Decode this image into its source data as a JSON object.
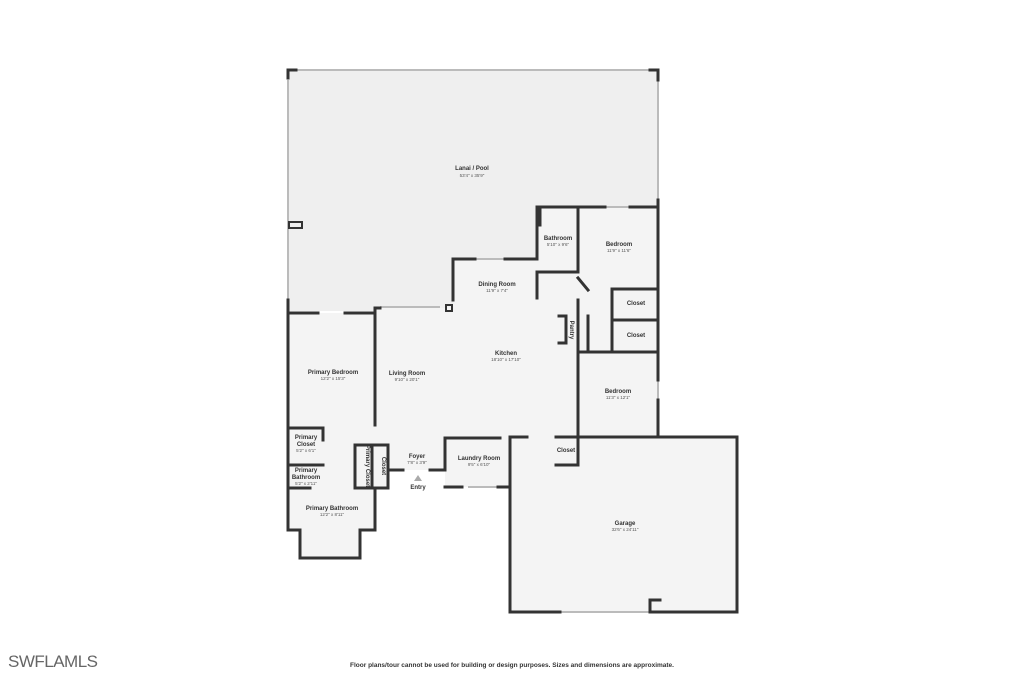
{
  "rooms": {
    "lanai": {
      "name": "Lanai / Pool",
      "dims": "53'4\" x 35'9\""
    },
    "bathroom": {
      "name": "Bathroom",
      "dims": "5'10\" x 9'6\""
    },
    "bedroom1": {
      "name": "Bedroom",
      "dims": "11'9\" x 11'6\""
    },
    "dining": {
      "name": "Dining Room",
      "dims": "11'9\" x 7'4\""
    },
    "closet1": {
      "name": "Closet"
    },
    "closet2": {
      "name": "Closet"
    },
    "pantry": {
      "name": "Pantry"
    },
    "kitchen": {
      "name": "Kitchen",
      "dims": "18'10\" x 17'10\""
    },
    "primary_bedroom": {
      "name": "Primary Bedroom",
      "dims": "12'2\" x 15'3\""
    },
    "living": {
      "name": "Living Room",
      "dims": "9'10\" x 20'1\""
    },
    "bedroom2": {
      "name": "Bedroom",
      "dims": "11'3\" x 12'1\""
    },
    "primary_closet": {
      "name1": "Primary",
      "name2": "Closet",
      "dims": "5'2\" x 6'1\""
    },
    "primary_bath_small": {
      "name1": "Primary",
      "name2": "Bathroom",
      "dims": "5'2\" x 2'11\""
    },
    "primary_closet_v": {
      "name": "Primary Closet"
    },
    "closet_v": {
      "name": "Closet"
    },
    "foyer": {
      "name": "Foyer",
      "dims": "7'8\" x 3'9\""
    },
    "laundry": {
      "name": "Laundry Room",
      "dims": "9'5\" x 6'10\""
    },
    "closet3": {
      "name": "Closet"
    },
    "primary_bathroom": {
      "name": "Primary Bathroom",
      "dims": "12'2\" x 8'11\""
    },
    "garage": {
      "name": "Garage",
      "dims": "32'6\" x 24'11\""
    }
  },
  "entry_label": "Entry",
  "footer": "Floor plans/tour cannot be used for building or design purposes. Sizes and dimensions are approximate.",
  "logo": "SWFLAMLS"
}
